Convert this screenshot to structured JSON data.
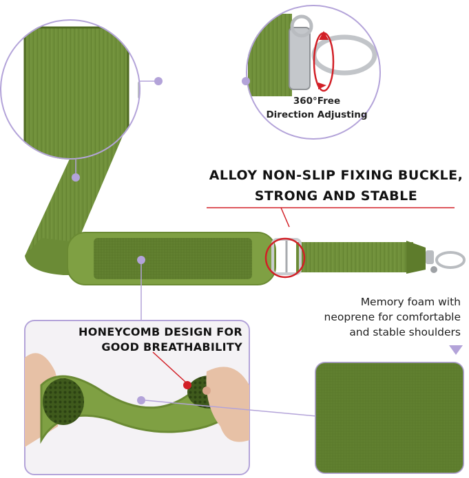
{
  "colors": {
    "strap_green": "#6f8f3a",
    "strap_dark": "#4f6b22",
    "foam_green": "#5f7d2e",
    "callout_purple": "#b3a3d9",
    "accent_red": "#d21f26",
    "metal": "#b9bcc0"
  },
  "callouts": {
    "swivel": {
      "line1": "360°Free",
      "line2": "Direction Adjusting"
    },
    "buckle": {
      "line1": "ALLOY NON-SLIP FIXING BUCKLE,",
      "line2": "STRONG AND STABLE"
    },
    "foam": {
      "line1": "Memory foam with",
      "line2": "neoprene for comfortable",
      "line3": "and stable shoulders"
    },
    "honeycomb": {
      "line1": "HONEYCOMB DESIGN FOR",
      "line2": "GOOD BREATHABILITY"
    }
  },
  "icons": {
    "swivel_hook": "swivel-snap-hook-icon",
    "rotation": "rotation-arrow-icon",
    "buckle": "slide-buckle-icon",
    "pointer": "triangle-pointer-icon"
  }
}
